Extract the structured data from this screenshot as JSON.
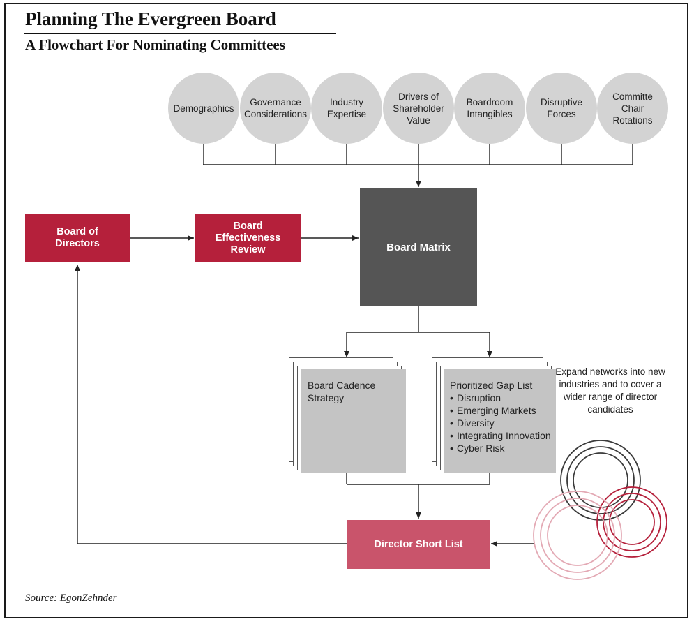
{
  "title": "Planning The Evergreen Board",
  "subtitle": "A Flowchart For Nominating Committees",
  "factors": [
    "Demographics",
    "Governance\nConsiderations",
    "Industry\nExpertise",
    "Drivers of\nShareholder\nValue",
    "Boardroom\nIntangibles",
    "Disruptive\nForces",
    "Committe\nChair\nRotations"
  ],
  "nodes": {
    "board_of_directors": "Board of\nDirectors",
    "effectiveness_review": "Board\nEffectiveness\nReview",
    "board_matrix": "Board Matrix",
    "cadence_strategy": "Board Cadence\nStrategy",
    "gap_list_title": "Prioritized Gap List",
    "gap_list_items": [
      "Disruption",
      "Emerging Markets",
      "Diversity",
      "Integrating Innovation",
      "Cyber Risk"
    ],
    "director_short_list": "Director Short List"
  },
  "expand_note": "Expand networks into new industries and to cover a wider range of director candidates",
  "source": "Source: EgonZehnder",
  "colors": {
    "factor_circle": "#d3d3d3",
    "primary_red": "#b5203b",
    "matrix_gray": "#555555",
    "document_gray": "#c4c4c4",
    "short_list_pink": "#c9546b",
    "ring_dark": "#3a3a3a",
    "ring_red": "#b5203b",
    "ring_pink": "#e3a9b4"
  }
}
